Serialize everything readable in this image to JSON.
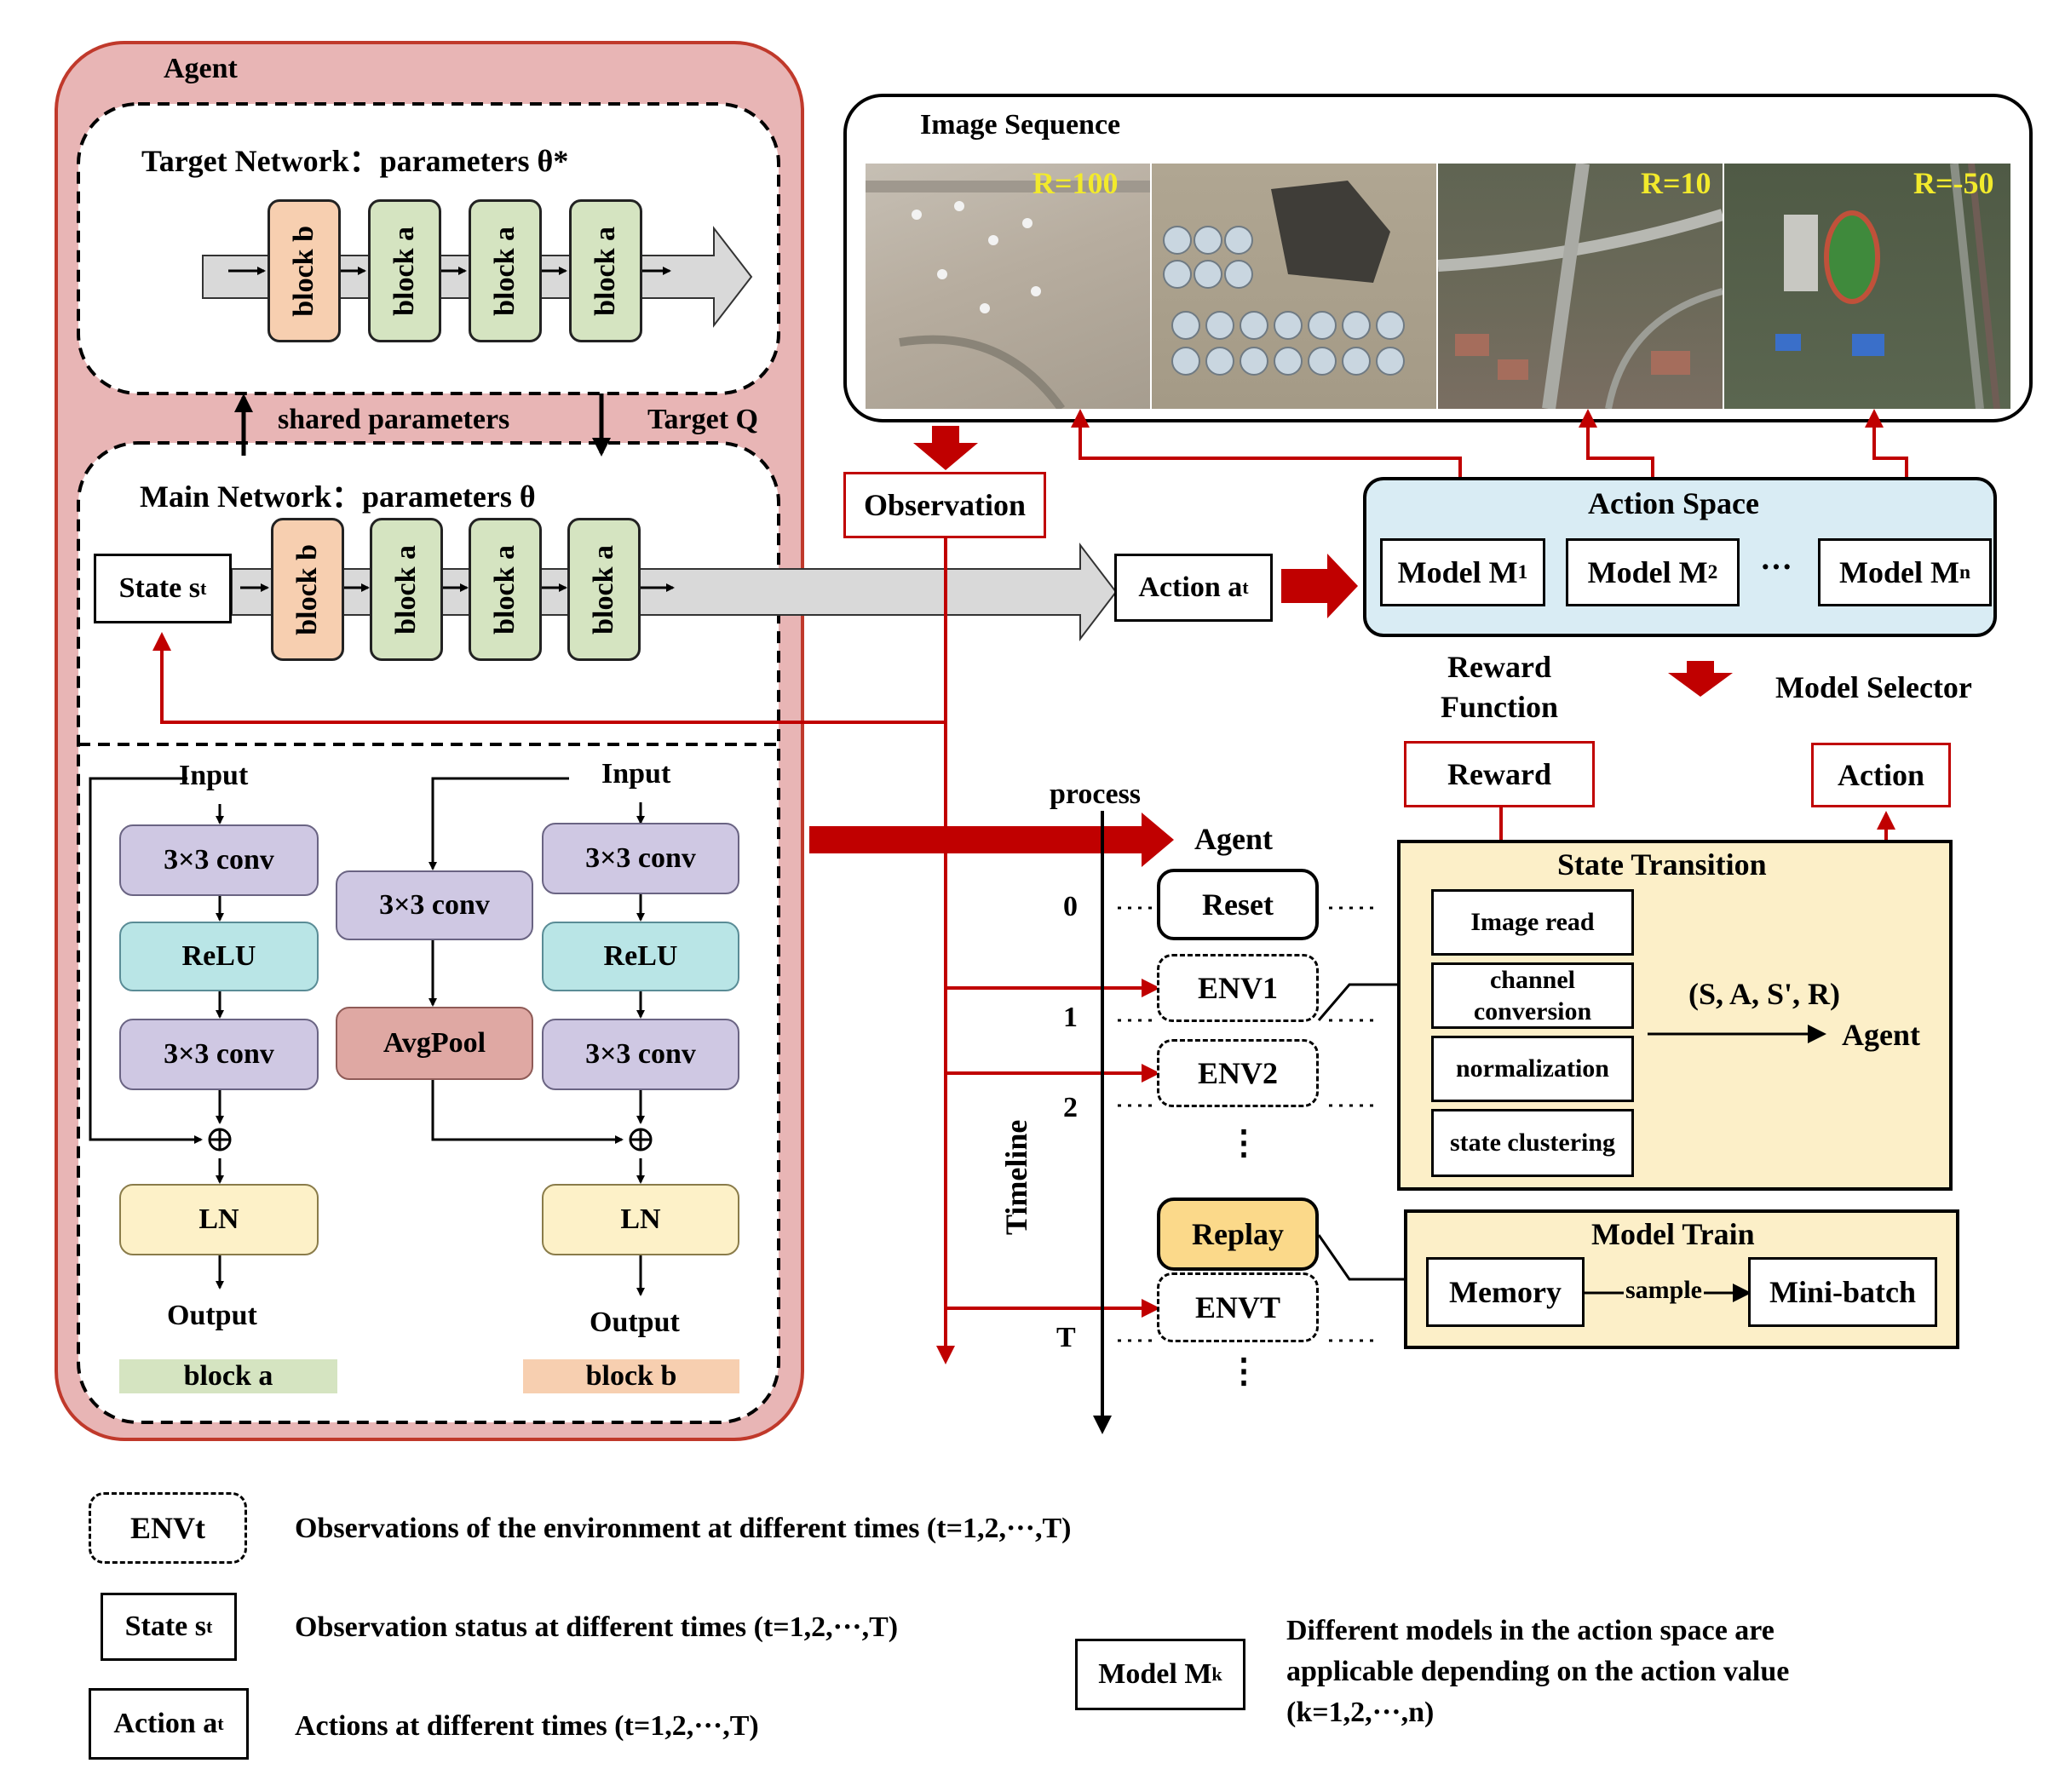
{
  "agent": {
    "title": "Agent",
    "target_network": "Target Network：parameters θ*",
    "main_network": "Main Network：parameters θ",
    "shared_parameters": "shared parameters",
    "target_q": "Target Q",
    "state_box": {
      "main": "State s",
      "sub": "t"
    },
    "blocks": [
      "block b",
      "block a",
      "block a",
      "block a"
    ]
  },
  "block_a": {
    "input": "Input",
    "layers": [
      "3×3 conv",
      "ReLU",
      "3×3 conv"
    ],
    "ln": "LN",
    "output": "Output",
    "caption": "block a"
  },
  "block_b": {
    "input": "Input",
    "shortcut_conv": "3×3 conv",
    "avgpool": "AvgPool",
    "layers": [
      "3×3 conv",
      "ReLU",
      "3×3 conv"
    ],
    "ln": "LN",
    "output": "Output",
    "caption": "block b"
  },
  "image_sequence": {
    "title": "Image Sequence",
    "rewards": [
      "R=100",
      "",
      "R=10",
      "R=-50"
    ]
  },
  "observation": "Observation",
  "action_box": {
    "main": "Action a",
    "sub": "t"
  },
  "action_space": {
    "title": "Action Space",
    "models": [
      {
        "main": "Model M",
        "sub": "1"
      },
      {
        "main": "Model M",
        "sub": "2"
      },
      {
        "main": "Model M",
        "sub": "n"
      }
    ],
    "ellipsis": "···"
  },
  "reward_function": "Reward Function",
  "model_selector": "Model Selector",
  "reward": "Reward",
  "action": "Action",
  "timeline": {
    "process": "process",
    "agent": "Agent",
    "label": "Timeline",
    "ticks": [
      "0",
      "1",
      "2",
      "T"
    ],
    "reset": "Reset",
    "envs": [
      "ENV1",
      "ENV2",
      "ENVT"
    ],
    "replay": "Replay",
    "vdots": "⋮"
  },
  "state_transition": {
    "title": "State Transition",
    "items": [
      "Image read",
      "channel conversion",
      "normalization",
      "state clustering"
    ],
    "tuple": "(S, A, S', R)",
    "agent": "Agent"
  },
  "model_train": {
    "title": "Model Train",
    "memory": "Memory",
    "sample": "sample",
    "minibatch": "Mini-batch"
  },
  "legend": {
    "envt_box": "ENVt",
    "envt_desc": "Observations of the environment at different times (t=1,2,···,T)",
    "state_box": {
      "main": "State s",
      "sub": "t"
    },
    "state_desc": "Observation status at different times (t=1,2,···,T)",
    "action_box": {
      "main": "Action a",
      "sub": "t"
    },
    "action_desc": "Actions at different times (t=1,2,···,T)",
    "model_box": {
      "main": "Model M",
      "sub": "k"
    },
    "model_desc_lines": [
      "Different models in the action space are",
      "applicable depending on the action value",
      "(k=1,2,···,n)"
    ]
  },
  "colors": {
    "agent_panel": "#e8b5b5",
    "agent_border": "#c0392b",
    "red": "#c00000",
    "block_a": "#d5e4c1",
    "block_b": "#f7cfb0",
    "action_space_bg": "#d9ecf4",
    "state_transition_bg": "#fcefc8",
    "replay": "#fbd98a"
  }
}
